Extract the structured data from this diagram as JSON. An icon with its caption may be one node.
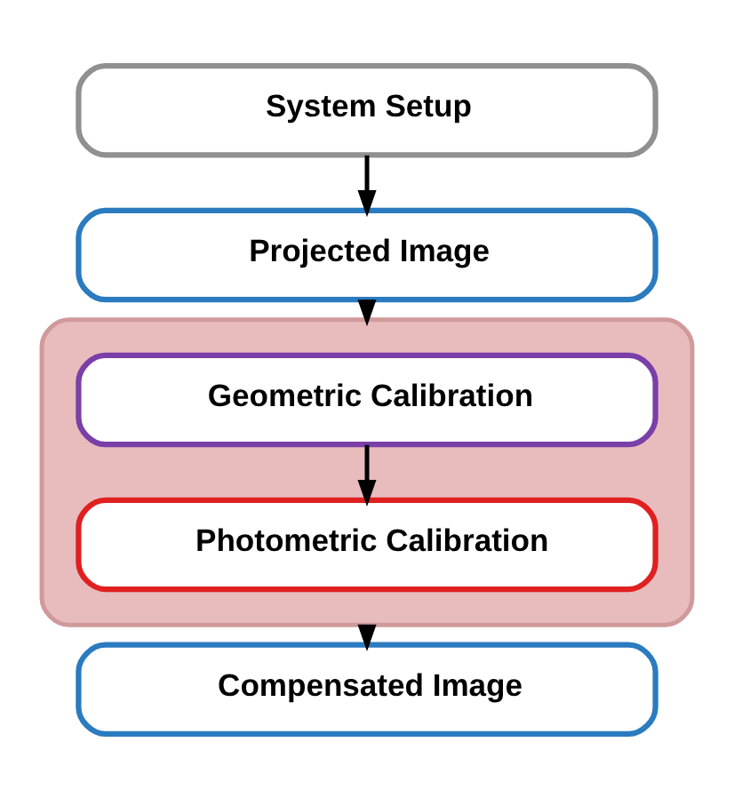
{
  "diagram": {
    "nodes": [
      {
        "text": [
          "System Setup"
        ]
      },
      {
        "text": [
          "Projected Image"
        ]
      },
      {
        "text": [],
        "shape": "box"
      },
      {
        "text": [
          "Geometric Calibration"
        ],
        "in": 2
      },
      {
        "text": [
          "Photometric Calibration"
        ],
        "in": 2
      },
      {
        "text": [
          "Compensated Image"
        ]
      }
    ],
    "edges": [
      {
        "from": 0,
        "to": 1,
        "arrow": "to"
      },
      {
        "from": 1,
        "to": 2,
        "arrow": "to"
      },
      {
        "from": 3,
        "to": 4,
        "arrow": "to"
      },
      {
        "from": 2,
        "to": 5,
        "arrow": "to"
      }
    ]
  }
}
